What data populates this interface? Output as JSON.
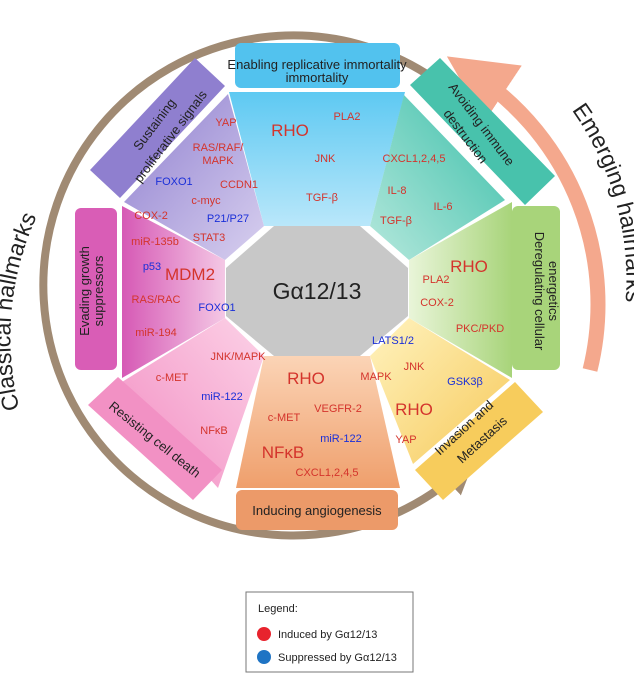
{
  "center": {
    "label": "Gα12/13"
  },
  "arcs": {
    "classical": "Classical hallmarks",
    "emerging": "Emerging hallmarks"
  },
  "hallmarks": {
    "replicative": "Enabling replicative immortality",
    "immune_1": "Avoiding immune",
    "immune_2": "destruction",
    "energetics_1": "Deregulating cellular",
    "energetics_2": "energetics",
    "invasion_1": "Invasion and",
    "invasion_2": "Metastasis",
    "angiogenesis": "Inducing angiogenesis",
    "cell_death": "Resisting cell death",
    "growth_1": "Evading growth",
    "growth_2": "suppressors",
    "proliferative_1": "Sustaining",
    "proliferative_2": "proliferative signals"
  },
  "genes": {
    "replicative": [
      "RHO",
      "PLA2",
      "JNK",
      "TGF-β"
    ],
    "immune": [
      "CXCL1,2,4,5",
      "IL-8",
      "IL-6",
      "TGF-β"
    ],
    "energetics": [
      "RHO",
      "PLA2",
      "COX-2",
      "PKC/PKD"
    ],
    "invasion": [
      "LATS1/2",
      "JNK",
      "MAPK",
      "GSK3β",
      "RHO",
      "YAP"
    ],
    "angiogenesis": [
      "RHO",
      "c-MET",
      "VEGFR-2",
      "miR-122",
      "NFκB",
      "CXCL1,2,4,5"
    ],
    "cell_death": [
      "JNK/MAPK",
      "c-MET",
      "miR-122",
      "NFκB"
    ],
    "growth": [
      "miR-135b",
      "p53",
      "MDM2",
      "RAS/RAC",
      "FOXO1",
      "miR-194"
    ],
    "proliferative": [
      "YAP",
      "RAS/RAF/",
      "MAPK",
      "FOXO1",
      "CCDN1",
      "c-myc",
      "COX-2",
      "P21/P27",
      "STAT3"
    ]
  },
  "legend": {
    "title": "Legend:",
    "induced": "Induced by Gα12/13",
    "suppressed": "Suppressed by Gα12/13",
    "induced_color": "#e8232d",
    "suppressed_color": "#1f74c4"
  }
}
